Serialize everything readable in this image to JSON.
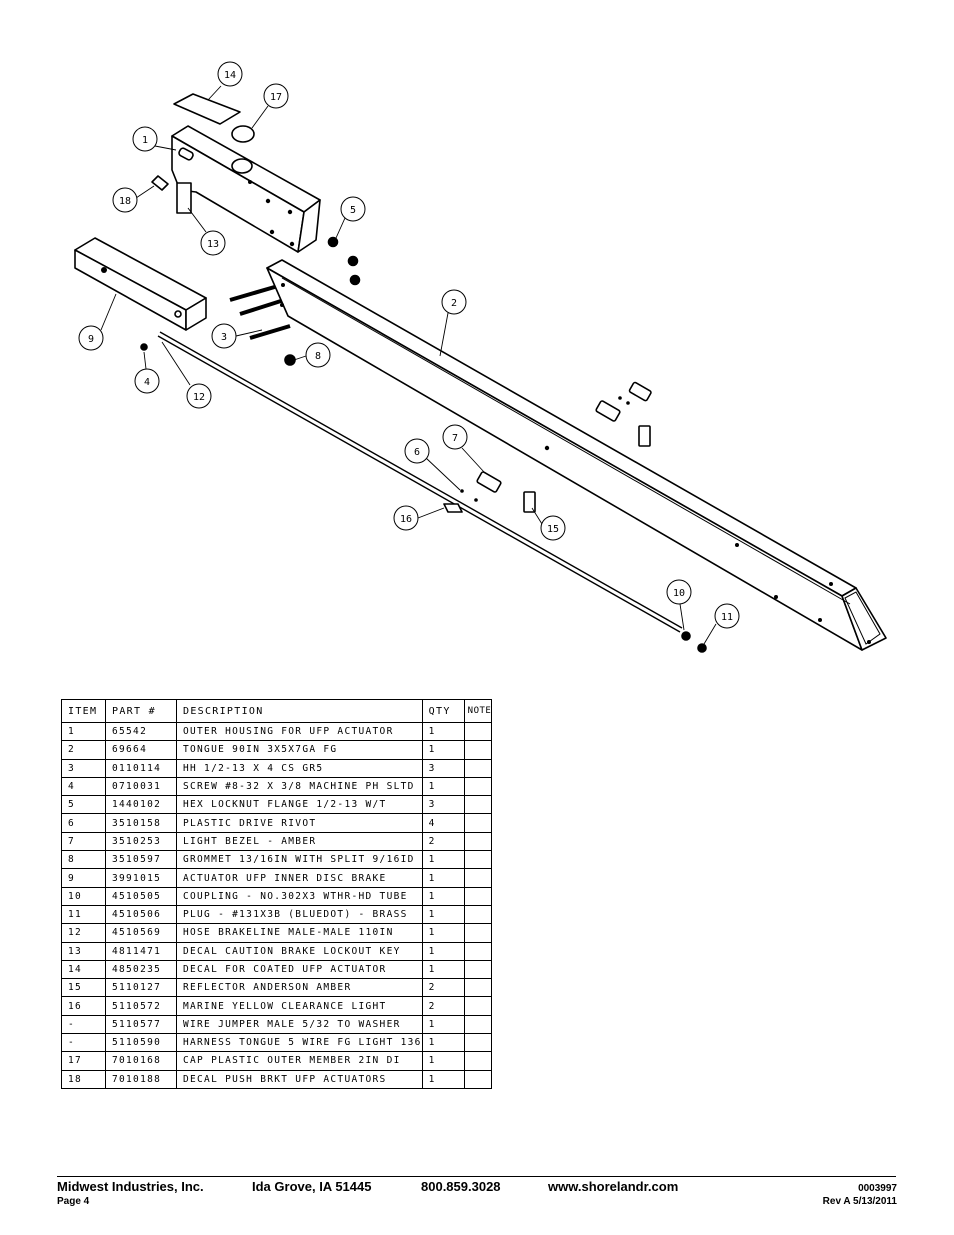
{
  "diagram": {
    "callouts": [
      "14",
      "17",
      "1",
      "18",
      "13",
      "5",
      "9",
      "3",
      "8",
      "2",
      "4",
      "12",
      "7",
      "6",
      "16",
      "15",
      "10",
      "11"
    ]
  },
  "table": {
    "headers": [
      "ITEM",
      "PART #",
      "DESCRIPTION",
      "QTY",
      "NOTE"
    ],
    "rows": [
      {
        "item": "1",
        "part": "65542",
        "desc": "OUTER HOUSING FOR UFP ACTUATOR",
        "qty": "1",
        "note": ""
      },
      {
        "item": "2",
        "part": "69664",
        "desc": "TONGUE 90IN 3X5X7GA FG",
        "qty": "1",
        "note": ""
      },
      {
        "item": "3",
        "part": "0110114",
        "desc": "HH 1/2-13 X 4 CS GR5",
        "qty": "3",
        "note": ""
      },
      {
        "item": "4",
        "part": "0710031",
        "desc": "SCREW #8-32 X 3/8 MACHINE PH SLTD",
        "qty": "1",
        "note": ""
      },
      {
        "item": "5",
        "part": "1440102",
        "desc": "HEX LOCKNUT FLANGE 1/2-13 W/T",
        "qty": "3",
        "note": ""
      },
      {
        "item": "6",
        "part": "3510158",
        "desc": "PLASTIC DRIVE RIVOT",
        "qty": "4",
        "note": ""
      },
      {
        "item": "7",
        "part": "3510253",
        "desc": "LIGHT BEZEL - AMBER",
        "qty": "2",
        "note": ""
      },
      {
        "item": "8",
        "part": "3510597",
        "desc": "GROMMET 13/16IN  WITH SPLIT 9/16ID",
        "qty": "1",
        "note": ""
      },
      {
        "item": "9",
        "part": "3991015",
        "desc": "ACTUATOR UFP INNER  DISC BRAKE",
        "qty": "1",
        "note": ""
      },
      {
        "item": "10",
        "part": "4510505",
        "desc": "COUPLING - NO.302X3 WTHR-HD TUBE",
        "qty": "1",
        "note": ""
      },
      {
        "item": "11",
        "part": "4510506",
        "desc": "PLUG - #131X3B (BLUEDOT) - BRASS",
        "qty": "1",
        "note": ""
      },
      {
        "item": "12",
        "part": "4510569",
        "desc": "HOSE BRAKELINE MALE-MALE 110IN",
        "qty": "1",
        "note": ""
      },
      {
        "item": "13",
        "part": "4811471",
        "desc": "DECAL CAUTION BRAKE LOCKOUT KEY",
        "qty": "1",
        "note": ""
      },
      {
        "item": "14",
        "part": "4850235",
        "desc": "DECAL FOR COATED UFP ACTUATOR",
        "qty": "1",
        "note": ""
      },
      {
        "item": "15",
        "part": "5110127",
        "desc": "REFLECTOR ANDERSON AMBER",
        "qty": "2",
        "note": ""
      },
      {
        "item": "16",
        "part": "5110572",
        "desc": "MARINE YELLOW CLEARANCE LIGHT",
        "qty": "2",
        "note": ""
      },
      {
        "item": "-",
        "part": "5110577",
        "desc": "WIRE JUMPER MALE 5/32 TO WASHER",
        "qty": "1",
        "note": ""
      },
      {
        "item": "-",
        "part": "5110590",
        "desc": "HARNESS TONGUE 5 WIRE FG LIGHT 136",
        "qty": "1",
        "note": ""
      },
      {
        "item": "17",
        "part": "7010168",
        "desc": "CAP  PLASTIC OUTER MEMBER 2IN DI",
        "qty": "1",
        "note": ""
      },
      {
        "item": "18",
        "part": "7010188",
        "desc": "DECAL PUSH BRKT UFP ACTUATORS",
        "qty": "1",
        "note": ""
      }
    ]
  },
  "footer": {
    "company": "Midwest Industries, Inc.",
    "location": "Ida Grove, IA  51445",
    "phone": "800.859.3028",
    "website": "www.shorelandr.com",
    "doc_number": "0003997",
    "page": "Page 4",
    "revision": "Rev A  5/13/2011"
  }
}
